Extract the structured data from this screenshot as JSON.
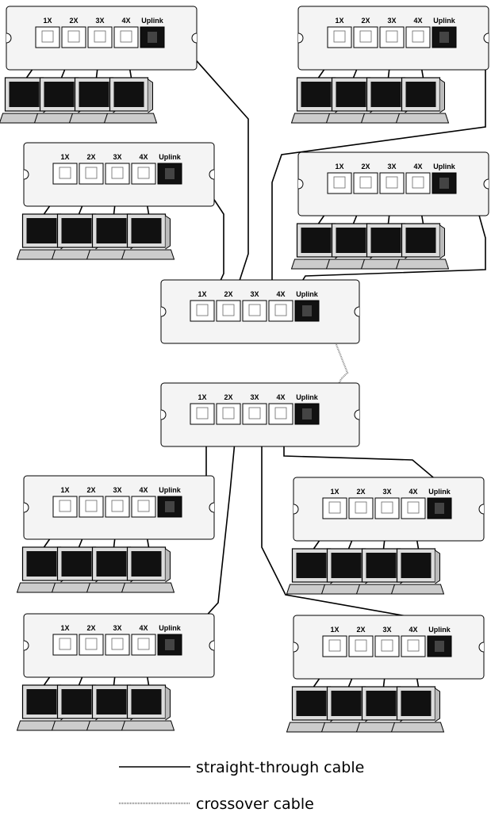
{
  "port_labels": [
    "1X",
    "2X",
    "3X",
    "4X",
    "Uplink"
  ],
  "hubs": [
    {
      "id": "hub-top-left-1"
    },
    {
      "id": "hub-top-right-1"
    },
    {
      "id": "hub-top-left-2"
    },
    {
      "id": "hub-top-right-2"
    },
    {
      "id": "hub-center-upper"
    },
    {
      "id": "hub-center-lower"
    },
    {
      "id": "hub-bottom-left-1"
    },
    {
      "id": "hub-bottom-right-1"
    },
    {
      "id": "hub-bottom-left-2"
    },
    {
      "id": "hub-bottom-right-2"
    }
  ],
  "legend": {
    "straight_label": "straight-through cable",
    "crossover_label": "crossover cable"
  },
  "colors": {
    "straight_cable": "#000000",
    "crossover_cable": "#8a8a8a",
    "hub_fill": "#f4f4f4",
    "uplink_port": "#111111"
  }
}
